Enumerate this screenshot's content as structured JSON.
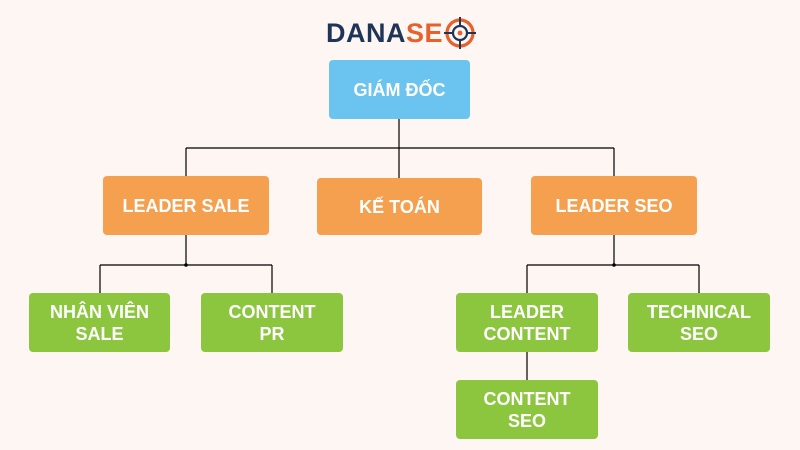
{
  "logo": {
    "text_dark": "DANA",
    "text_accent": "SE",
    "icon": "crosshair-target-icon",
    "colors": {
      "dark": "#1f3557",
      "accent": "#e8602c"
    }
  },
  "colors": {
    "background": "#fdf6f2",
    "director": "#6bc4ef",
    "leader": "#f5a04f",
    "staff": "#8cc63f",
    "connector": "#000000"
  },
  "nodes": {
    "director": "GIÁM ĐỐC",
    "leader_sale": "LEADER SALE",
    "accountant": "KẾ TOÁN",
    "leader_seo": "LEADER SEO",
    "sales_staff": "NHÂN VIÊN\nSALE",
    "content_pr": "CONTENT\nPR",
    "leader_content": "LEADER\nCONTENT",
    "technical_seo": "TECHNICAL\nSEO",
    "content_seo": "CONTENT\nSEO"
  }
}
